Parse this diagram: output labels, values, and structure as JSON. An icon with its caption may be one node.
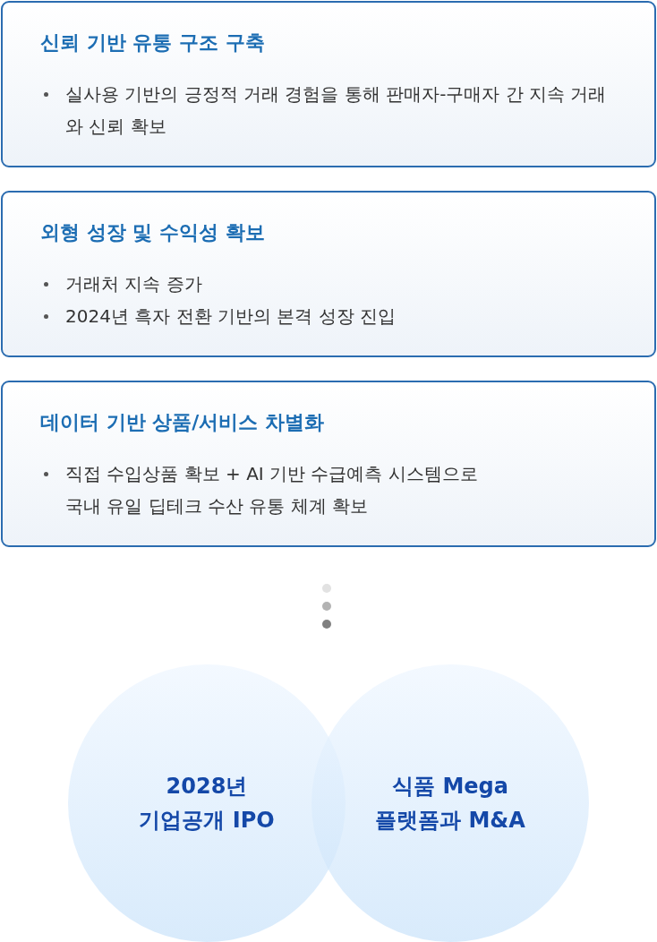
{
  "diagram": {
    "nodes": [
      {
        "text": [
          "신뢰 기반 유통 구조 구축",
          "실사용 기반의 긍정적 거래 경험을 통해 판매자-구매자 간 지속 거래와 신뢰 확보"
        ]
      },
      {
        "text": [
          "외형 성장 및 수익성 확보",
          "거래처 지속 증가",
          "2024년 흑자 전환 기반의 본격 성장 진입"
        ]
      },
      {
        "text": [
          "데이터 기반 상품/서비스 차별화",
          "직접 수입상품 확보 + AI 기반 수급예측 시스템으로 국내 유일 딥테크 수산 유통 체계 확보"
        ]
      },
      {
        "text": [
          "2028년 기업공개 IPO"
        ]
      },
      {
        "text": [
          "식품 Mega 플랫폼과 M&A"
        ]
      }
    ]
  }
}
